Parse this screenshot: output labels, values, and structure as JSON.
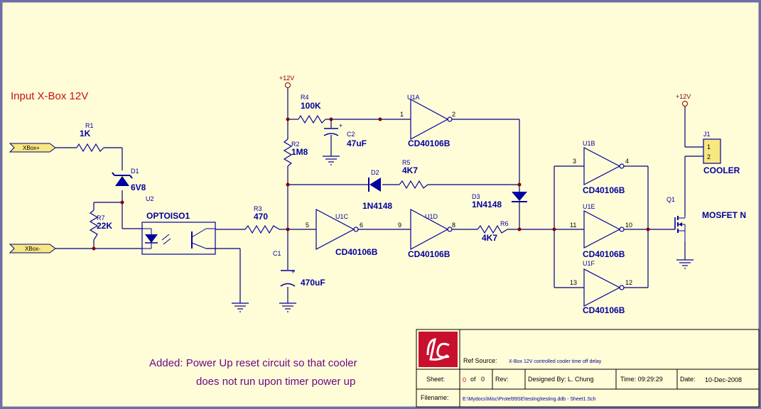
{
  "colors": {
    "background": "#fffcd8",
    "wire": "#000080",
    "component": "#0000a0",
    "junction": "#800000",
    "note": "#6a0a8a",
    "title": "#c81010",
    "frame": "#6f6fa8",
    "port": "#f8e880"
  },
  "title": "Input X-Box 12V",
  "note": {
    "line1": "Added: Power Up reset circuit so that cooler",
    "line2": "does not run upon timer power up"
  },
  "ports": {
    "xbox_plus": "XBox+",
    "xbox_minus": "XBox-"
  },
  "power": {
    "vcc_mid": "+12V",
    "vcc_right": "+12V"
  },
  "components": {
    "r1": {
      "ref": "R1",
      "value": "1K"
    },
    "d1": {
      "ref": "D1",
      "value": "6V8"
    },
    "u2": {
      "ref": "U2",
      "value": "OPTOISO1"
    },
    "r7": {
      "ref": "R7",
      "value": "22K"
    },
    "r3": {
      "ref": "R3",
      "value": "470"
    },
    "r4": {
      "ref": "R4",
      "value": "100K"
    },
    "c2": {
      "ref": "C2",
      "value": "47uF"
    },
    "r2": {
      "ref": "R2",
      "value": "1M8"
    },
    "d2": {
      "ref": "D2",
      "value": "1N4148"
    },
    "r5": {
      "ref": "R5",
      "value": "4K7"
    },
    "c1": {
      "ref": "C1",
      "value": "470uF"
    },
    "u1a": {
      "ref": "U1A",
      "value": "CD40106B",
      "pin_in": "1",
      "pin_out": "2"
    },
    "u1c": {
      "ref": "U1C",
      "value": "CD40106B",
      "pin_in": "5",
      "pin_out": "6"
    },
    "u1d": {
      "ref": "U1D",
      "value": "CD40106B",
      "pin_in": "9",
      "pin_out": "8"
    },
    "r6": {
      "ref": "R6",
      "value": "4K7"
    },
    "d3": {
      "ref": "D3",
      "value": "1N4148"
    },
    "u1b": {
      "ref": "U1B",
      "value": "CD40106B",
      "pin_in": "3",
      "pin_out": "4"
    },
    "u1e": {
      "ref": "U1E",
      "value": "CD40106B",
      "pin_in": "11",
      "pin_out": "10"
    },
    "u1f": {
      "ref": "U1F",
      "value": "CD40106B",
      "pin_in": "13",
      "pin_out": "12"
    },
    "j1": {
      "ref": "J1",
      "value": "COOLER",
      "pin1": "1",
      "pin2": "2"
    },
    "q1": {
      "ref": "Q1",
      "value": "MOSFET N"
    },
    "c_plus": "+"
  },
  "title_block": {
    "ref_source_label": "Ref Source:",
    "ref_source_value": "X-Box 12V controlled cooler time off delay",
    "sheet_label": "Sheet:",
    "sheet_num": "0",
    "sheet_of": "of",
    "sheet_total": "0",
    "rev_label": "Rev:",
    "designed_label": "Designed By: L. Chung",
    "time_label": "Time: 09:29:29",
    "date_label": "Date:",
    "date_value": "10-Dec-2008",
    "filename_label": "Filename:",
    "filename_value": "E:\\Mydocs\\Misc\\Protel99SE\\testing\\testing.ddb - Sheet1.Sch"
  }
}
